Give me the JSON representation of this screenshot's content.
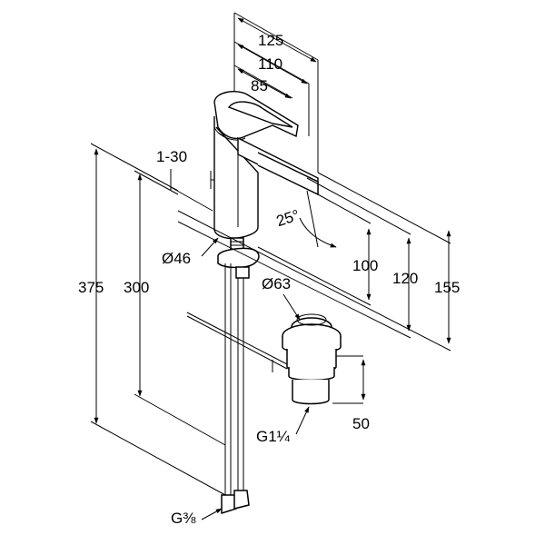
{
  "drawing": {
    "subject": "Single-lever basin mixer technical drawing with dimensions",
    "dimensions": {
      "top_125": "125",
      "top_110": "110",
      "top_85": "85",
      "range_1_30": "1-30",
      "angle_25": "25°",
      "dia_46": "Ø46",
      "dia_63": "Ø63",
      "h_375": "375",
      "h_300": "300",
      "h_100": "100",
      "h_120": "120",
      "h_155": "155",
      "h_50": "50",
      "thread_g114": "G1¼",
      "thread_g38": "G⅜"
    }
  }
}
